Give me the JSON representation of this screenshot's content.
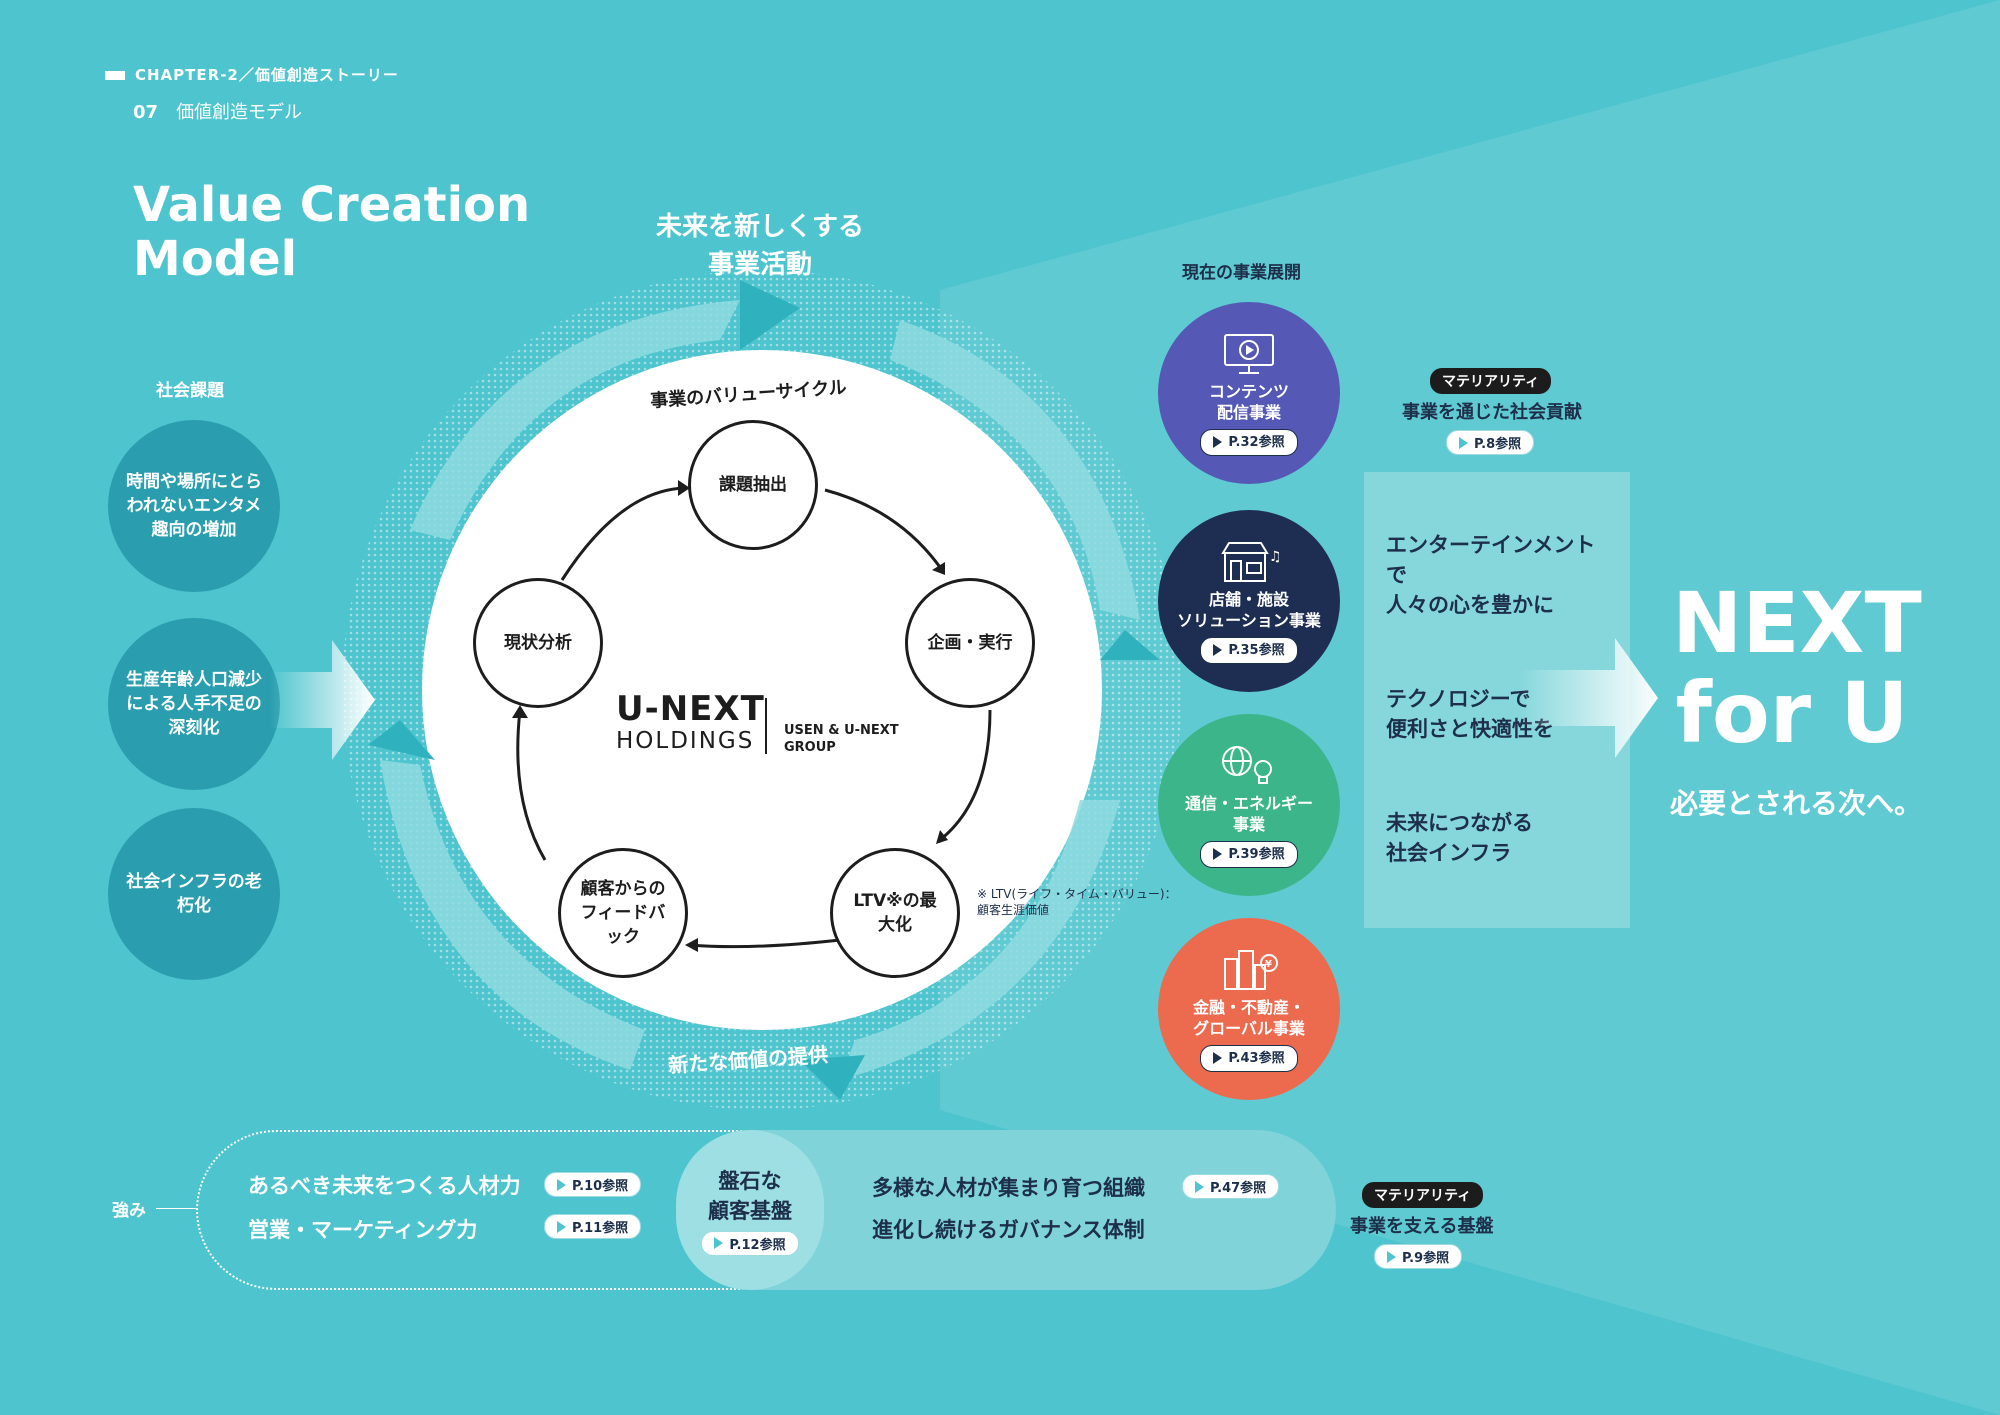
{
  "header": {
    "chapter": "CHAPTER-2／価値創造ストーリー",
    "section_num": "07",
    "section_title": "価値創造モデル"
  },
  "title": {
    "line1": "Value Creation",
    "line2": "Model"
  },
  "social_issues": {
    "label": "社会課題",
    "items": [
      "時間や場所にとらわれないエンタメ趣向の増加",
      "生産年齢人口減少による人手不足の深刻化",
      "社会インフラの老朽化"
    ]
  },
  "ring": {
    "top_line1": "未来を新しくする",
    "top_line2": "事業活動",
    "inner_top": "事業のバリューサイクル",
    "bottom": "新たな価値の提供"
  },
  "cycle": {
    "nodes": [
      "課題抽出",
      "企画・実行",
      "LTV※の最大化",
      "顧客からのフィードバック",
      "現状分析"
    ]
  },
  "logo": {
    "main": "U-NEXT",
    "holdings": "HOLDINGS",
    "group_line1": "USEN & U-NEXT",
    "group_line2": "GROUP"
  },
  "note": {
    "line1": "※ LTV(ライフ・タイム・バリュー)：",
    "line2": "顧客生涯価値"
  },
  "business": {
    "label": "現在の事業展開",
    "items": [
      {
        "line1": "コンテンツ",
        "line2": "配信事業",
        "ref": "P.32参照",
        "color": "#5558b4",
        "icon": "monitor-play-icon"
      },
      {
        "line1": "店舗・施設",
        "line2": "ソリューション事業",
        "ref": "P.35参照",
        "color": "#1e2d52",
        "icon": "store-music-icon"
      },
      {
        "line1": "通信・エネルギー",
        "line2": "事業",
        "ref": "P.39参照",
        "color": "#3cb58a",
        "icon": "globe-bulb-icon"
      },
      {
        "line1": "金融・不動産・",
        "line2": "グローバル事業",
        "ref": "P.43参照",
        "color": "#ec6a4e",
        "icon": "city-coin-icon"
      }
    ]
  },
  "materiality_top": {
    "badge": "マテリアリティ",
    "text": "事業を通じた社会貢献",
    "ref": "P.8参照"
  },
  "vision": {
    "items": [
      {
        "line1": "エンターテインメントで",
        "line2": "人々の心を豊かに"
      },
      {
        "line1": "テクノロジーで",
        "line2": "便利さと快適性を"
      },
      {
        "line1": "未来につながる",
        "line2": "社会インフラ"
      }
    ]
  },
  "next": {
    "line1": "NEXT",
    "line2": "for U",
    "sub": "必要とされる次へ。"
  },
  "strengths": {
    "label": "強み",
    "left": [
      {
        "text": "あるべき未来をつくる人材力",
        "ref": "P.10参照"
      },
      {
        "text": "営業・マーケティング力",
        "ref": "P.11参照"
      }
    ],
    "center": {
      "line1": "盤石な",
      "line2": "顧客基盤",
      "ref": "P.12参照"
    },
    "right": [
      {
        "text": "多様な人材が集まり育つ組織",
        "ref": "P.47参照"
      },
      {
        "text": "進化し続けるガバナンス体制"
      }
    ]
  },
  "materiality_bottom": {
    "badge": "マテリアリティ",
    "text": "事業を支える基盤",
    "ref": "P.9参照"
  }
}
